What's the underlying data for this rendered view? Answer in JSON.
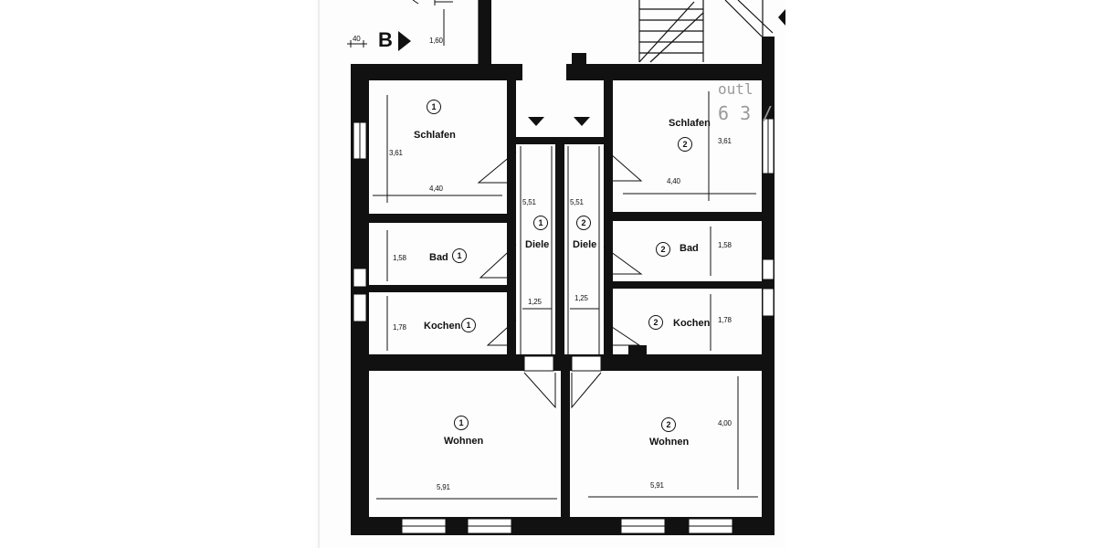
{
  "title": "",
  "section_marker": {
    "letter": "B",
    "dim_left": "40",
    "dim_right": "1,60"
  },
  "stamp": {
    "line1": "outl",
    "line2": "6 3 /"
  },
  "rooms": [
    {
      "id": "schlafen-1",
      "unit": "1",
      "name": "Schlafen",
      "height_dim": "3,61",
      "width_dim": "4,40"
    },
    {
      "id": "schlafen-2",
      "unit": "2",
      "name": "Schlafen",
      "height_dim": "3,61",
      "width_dim": "4,40"
    },
    {
      "id": "bad-1",
      "unit": "1",
      "name": "Bad",
      "height_dim": "1,58"
    },
    {
      "id": "bad-2",
      "unit": "2",
      "name": "Bad",
      "height_dim": "1,58"
    },
    {
      "id": "kochen-1",
      "unit": "1",
      "name": "Kochen",
      "height_dim": "1,78"
    },
    {
      "id": "kochen-2",
      "unit": "2",
      "name": "Kochen",
      "height_dim": "1,78"
    },
    {
      "id": "diele-1",
      "unit": "1",
      "name": "Diele",
      "height_dim": "5,51",
      "width_dim": "1,25"
    },
    {
      "id": "diele-2",
      "unit": "2",
      "name": "Diele",
      "height_dim": "5,51",
      "width_dim": "1,25"
    },
    {
      "id": "wohnen-1",
      "unit": "1",
      "name": "Wohnen",
      "width_dim": "5,91"
    },
    {
      "id": "wohnen-2",
      "unit": "2",
      "name": "Wohnen",
      "width_dim": "5,91",
      "height_dim": "4,00"
    }
  ],
  "colors": {
    "wall": "#111111",
    "paper": "#fdfdfd",
    "stamp": "#9a9a9a"
  }
}
